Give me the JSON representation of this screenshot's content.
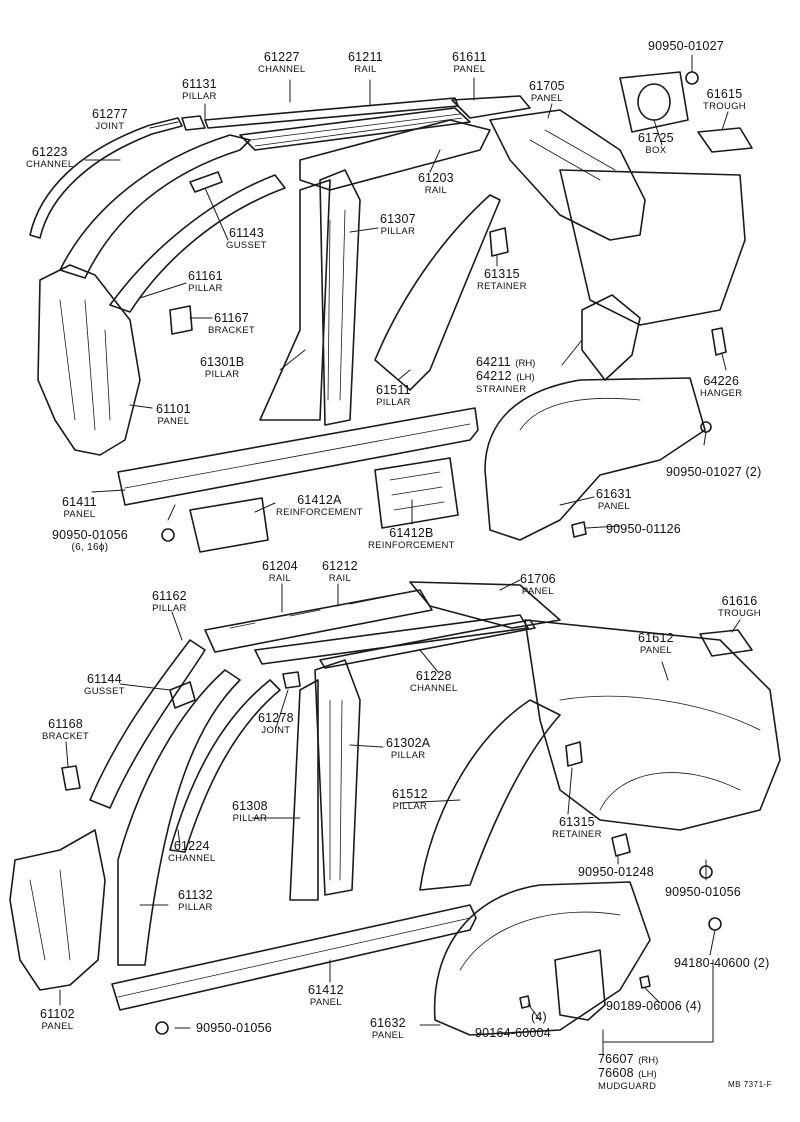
{
  "diagram_code": "MB 7371-F",
  "top": {
    "p61227": {
      "num": "61227",
      "name": "CHANNEL"
    },
    "p61211": {
      "num": "61211",
      "name": "RAIL"
    },
    "p61611": {
      "num": "61611",
      "name": "PANEL"
    },
    "p90950_01027": {
      "num": "90950-01027"
    },
    "p61131": {
      "num": "61131",
      "name": "PILLAR"
    },
    "p61705": {
      "num": "61705",
      "name": "PANEL"
    },
    "p61615": {
      "num": "61615",
      "name": "TROUGH"
    },
    "p61277": {
      "num": "61277",
      "name": "JOINT"
    },
    "p61725": {
      "num": "61725",
      "name": "BOX"
    },
    "p61223": {
      "num": "61223",
      "name": "CHANNEL"
    },
    "p61203": {
      "num": "61203",
      "name": "RAIL"
    },
    "p61143": {
      "num": "61143",
      "name": "GUSSET"
    },
    "p61307": {
      "num": "61307",
      "name": "PILLAR"
    },
    "p61161": {
      "num": "61161",
      "name": "PILLAR"
    },
    "p61315": {
      "num": "61315",
      "name": "RETAINER"
    },
    "p61167": {
      "num": "61167",
      "name": "BRACKET"
    },
    "p64211": {
      "num": "64211",
      "suffix": "(RH)"
    },
    "p64212": {
      "num": "64212",
      "suffix": "(LH)",
      "name": "STRAINER"
    },
    "p64226": {
      "num": "64226",
      "name": "HANGER"
    },
    "p61301b": {
      "num": "61301B",
      "name": "PILLAR"
    },
    "p61511": {
      "num": "61511",
      "name": "PILLAR"
    },
    "p61101": {
      "num": "61101",
      "name": "PANEL"
    },
    "p90950_01027_2": {
      "num": "90950-01027 (2)"
    },
    "p61411": {
      "num": "61411",
      "name": "PANEL"
    },
    "p61412a": {
      "num": "61412A",
      "name": "REINFORCEMENT"
    },
    "p61631": {
      "num": "61631",
      "name": "PANEL"
    },
    "p90950_01056": {
      "num": "90950-01056",
      "sub": "(6, 16ϕ)"
    },
    "p61412b": {
      "num": "61412B",
      "name": "REINFORCEMENT"
    },
    "p90950_01126": {
      "num": "90950-01126"
    }
  },
  "bottom": {
    "p61204": {
      "num": "61204",
      "name": "RAIL"
    },
    "p61212": {
      "num": "61212",
      "name": "RAIL"
    },
    "p61706": {
      "num": "61706",
      "name": "PANEL"
    },
    "p61162": {
      "num": "61162",
      "name": "PILLAR"
    },
    "p61616": {
      "num": "61616",
      "name": "TROUGH"
    },
    "p61612": {
      "num": "61612",
      "name": "PANEL"
    },
    "p61144": {
      "num": "61144",
      "name": "GUSSET"
    },
    "p61228": {
      "num": "61228",
      "name": "CHANNEL"
    },
    "p61168": {
      "num": "61168",
      "name": "BRACKET"
    },
    "p61278": {
      "num": "61278",
      "name": "JOINT"
    },
    "p61302a": {
      "num": "61302A",
      "name": "PILLAR"
    },
    "p61308": {
      "num": "61308",
      "name": "PILLAR"
    },
    "p61512": {
      "num": "61512",
      "name": "PILLAR"
    },
    "p61315": {
      "num": "61315",
      "name": "RETAINER"
    },
    "p61224": {
      "num": "61224",
      "name": "CHANNEL"
    },
    "p90950_01248": {
      "num": "90950-01248"
    },
    "p90950_01056_b": {
      "num": "90950-01056"
    },
    "p61132": {
      "num": "61132",
      "name": "PILLAR"
    },
    "p94180": {
      "num": "94180-40600 (2)"
    },
    "p61102": {
      "num": "61102",
      "name": "PANEL"
    },
    "p61412": {
      "num": "61412",
      "name": "PANEL"
    },
    "p90189": {
      "num": "90189-06006 (4)"
    },
    "qty4": "(4)",
    "p90950_01056_c": {
      "num": "90950-01056"
    },
    "p61632": {
      "num": "61632",
      "name": "PANEL"
    },
    "p90164": {
      "num": "90164-60004"
    },
    "p76607": {
      "num": "76607",
      "suffix": "(RH)"
    },
    "p76608": {
      "num": "76608",
      "suffix": "(LH)",
      "name": "MUDGUARD"
    }
  }
}
